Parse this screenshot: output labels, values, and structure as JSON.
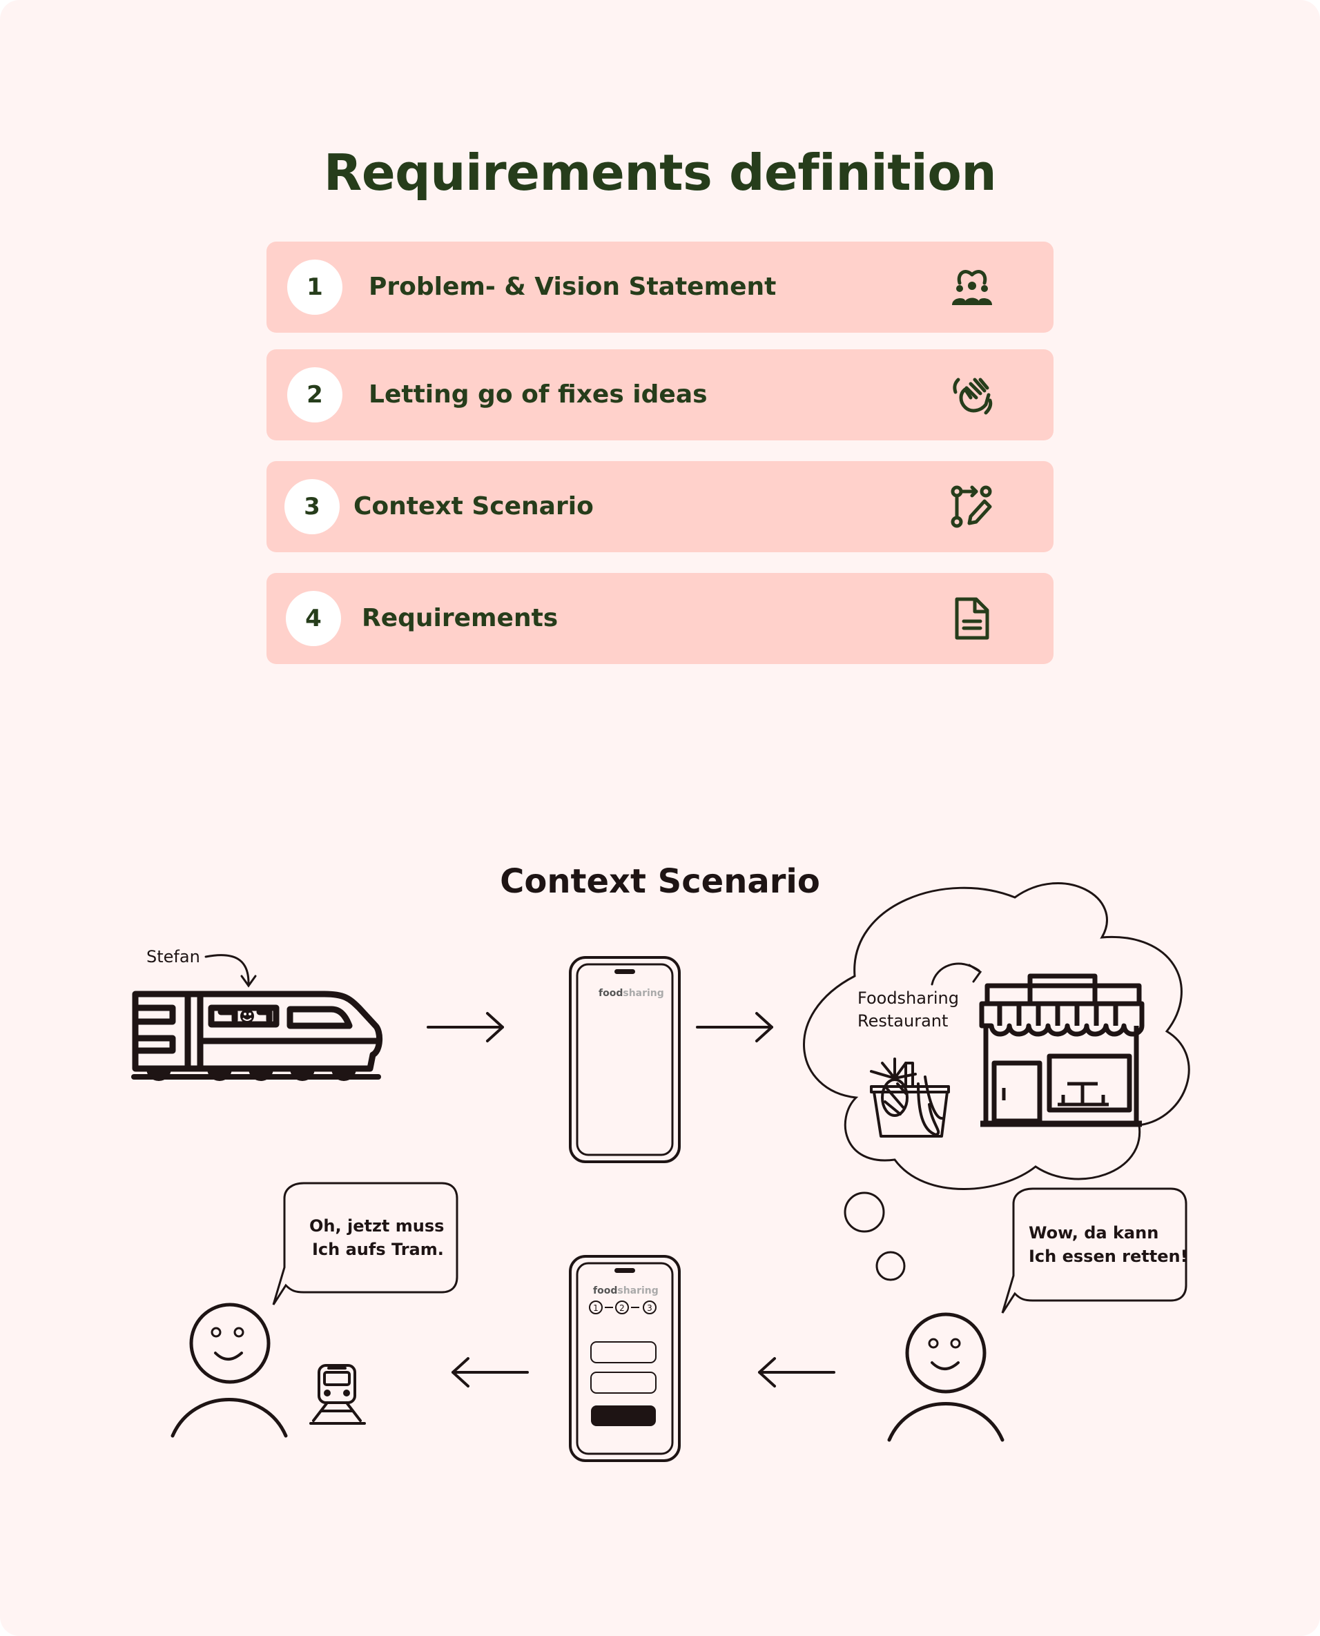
{
  "title": "Requirements definition",
  "steps": [
    {
      "number": "1",
      "label": "Problem- & Vision Statement",
      "icon": "people-group-icon"
    },
    {
      "number": "2",
      "label": "Letting go of fixes ideas",
      "icon": "waving-hand-icon"
    },
    {
      "number": "3",
      "label": "Context Scenario",
      "icon": "git-branch-edit-icon"
    },
    {
      "number": "4",
      "label": "Requirements",
      "icon": "document-icon"
    }
  ],
  "scenario": {
    "title": "Context Scenario",
    "person_label": "Stefan",
    "app_brand_food": "food",
    "app_brand_sharing": "sharing",
    "step_1": "1",
    "step_2": "2",
    "step_3": "3",
    "cloud_line1": "Foodsharing",
    "cloud_line2": "Restaurant",
    "bubble_left_line1": "Oh, jetzt muss",
    "bubble_left_line2": "Ich aufs Tram.",
    "bubble_right_line1": "Wow, da kann",
    "bubble_right_line2": "Ich essen retten!"
  },
  "colors": {
    "background": "#fff4f3",
    "card": "#ffd1cb",
    "title_green": "#263d1b",
    "ink": "#1e1414"
  }
}
